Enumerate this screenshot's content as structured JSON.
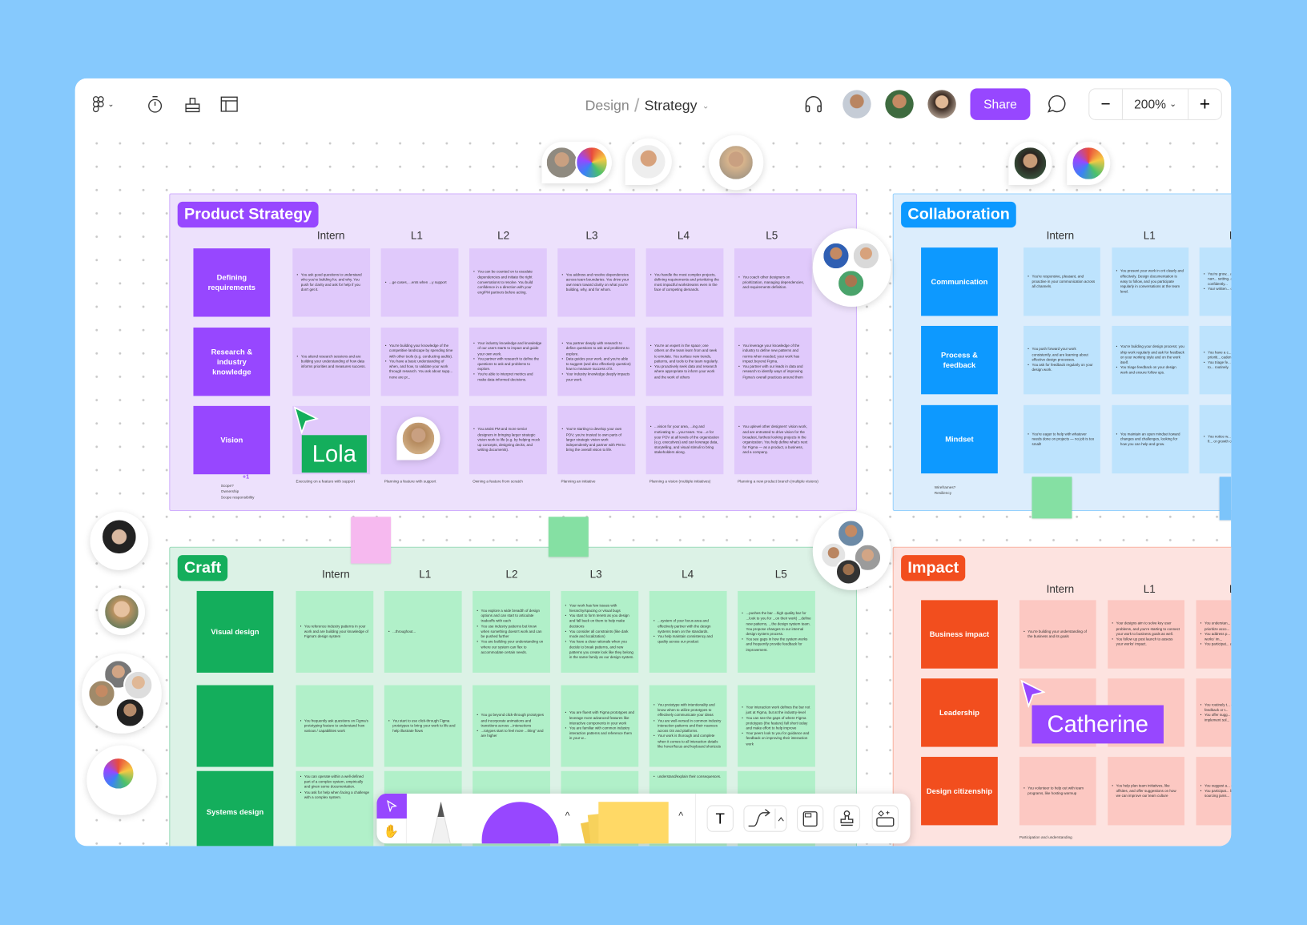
{
  "topbar": {
    "breadcrumb": {
      "parent": "Design",
      "separator": "/",
      "current": "Strategy"
    },
    "share_label": "Share",
    "zoom": {
      "minus": "−",
      "value": "200%",
      "plus": "+"
    },
    "icons": [
      "figma-logo-icon",
      "timer-icon",
      "stamp-icon",
      "layout-icon",
      "headphones-icon",
      "comment-icon"
    ],
    "brand_color": "#9747ff"
  },
  "frames": {
    "product_strategy": {
      "label": "Product Strategy",
      "accent": "#9747ff",
      "fill": "#ede1fc",
      "cell": "#e0c9fb",
      "headers": [
        "Intern",
        "L1",
        "L2",
        "L3",
        "L4",
        "L5"
      ],
      "rows": [
        "Defining requirements",
        "Research & industry knowledge",
        "Vision"
      ],
      "cells": [
        [
          [
            "You ask good questions to understand who you're building for, and why. You push for clarity and ask for help if you don't get it."
          ],
          [
            "...ge cases, ...ents when ...y support"
          ],
          [
            "You can be counted on to escalate dependencies and initiate the right conversations to resolve. You build confidence in a direction with your eng/PM partners before acting."
          ],
          [
            "You address and resolve dependencies across team boundaries. You drive your own team toward clarity on what you're building, why, and for whom."
          ],
          [
            "You handle the most complex projects, defining requirements and prioritizing the most impactful workstreams even in the face of competing demands."
          ],
          [
            "You coach other designers on prioritization, managing dependencies, and requirements definition."
          ]
        ],
        [
          [
            "You attend research sessions and are building your understanding of how data informs priorities and measures success."
          ],
          [
            "You're building your knowledge of the competitive landscape by spending time with other tools (e.g. conducting audits).",
            "You have a basic understanding of when, and how, to validate your work through research. You ask about supp... none are pr..."
          ],
          [
            "Your industry knowledge and knowledge of our users starts to impact and guide your own work.",
            "You partner with research to define the questions to ask and problems to explore.",
            "You're able to interpret metrics and make data-informed decisions."
          ],
          [
            "You partner deeply with research to define questions to ask and problems to explore.",
            "Data guides your work, and you're able to suggest (and also effectively question) how to measure success of it.",
            "Your industry knowledge deeply impacts your work."
          ],
          [
            "You're an expert in the space; one others on the team learn from and seek to emulate. You surface new trends, patterns, and tools to the team regularly.",
            "You proactively seek data and research where appropriate to inform your work and the work of others"
          ],
          [
            "You leverage your knowledge of the industry to define new patterns and norms when needed; your work has impact beyond Figma.",
            "You partner with our leads in data and research to identify ways of improving Figma's overall practices around them"
          ]
        ],
        [
          [],
          [],
          [
            "You assist PM and more senior designers in bringing larger strategic vision work to life (e.g. by helping mock up concepts, designing decks, and writing documents)."
          ],
          [
            "You're starting to develop your own POV; you're trusted to own parts of larger strategic vision work independently and partner with PM to bring the overall vision to life."
          ],
          [
            "...vision for your area, ...ing and motivating to ...your team. You ...e for your POV at all levels of the organization (e.g. executives) and can leverage data, storytelling, and visual stimuli to bring stakeholders along."
          ],
          [
            "You uplevel other designers' vision work, and are entrusted to drive vision for the broadest, farthest looking projects in the organization. You help define what's next for Figma — as a product, a business, and a company."
          ]
        ]
      ],
      "row_note": [
        "Scope?",
        "Ownership",
        "Scope responsibility"
      ],
      "row_note_badge": "+1",
      "footers": [
        "Executing on a feature with support",
        "Planning a feature with support",
        "Owning a feature from scratch",
        "Planning an initiative",
        "Planning a vision (multiple initiatives)",
        "Planning a new product branch (multiple visions)"
      ]
    },
    "collaboration": {
      "label": "Collaboration",
      "accent": "#0d99ff",
      "fill": "#dcedfc",
      "cell": "#bde3fd",
      "headers": [
        "Intern",
        "L1",
        "L2"
      ],
      "rows": [
        "Communication",
        "Process & feedback",
        "Mindset"
      ],
      "cells": [
        [
          [
            "You're responsive, pleasant, and proactive in your communication across all channels."
          ],
          [
            "You present your work in crit clearly and effectively. Design documentation is easy to follow, and you participate regularly in conversations at the team level."
          ],
          [
            "You're grow... abilities; you... a clear narr... setting, and... skills at lead... confidently...",
            "Your written... clear and co..."
          ]
        ],
        [
          [
            "You push forward your work consistently, and are learning about effective design processes.",
            "You ask for feedback regularly on your design work."
          ],
          [
            "You're building your design process; you ship work regularly and ask for feedback on your working style and on the work itself.",
            "You triage feedback on your design work and ensure follow ups."
          ],
          [
            "You have a c... easy for wor... your prioriti... cadence of y...",
            "You triage fe... respond as n... feedback to... routinely."
          ]
        ],
        [
          [
            "You're eager to help with whatever needs done on projects — no job is too small!"
          ],
          [
            "You maintain an open mindset toward changes and challenges, looking for how you can help and grow."
          ],
          [
            "You notice w... frustrated or... help them fi... or growth op..."
          ]
        ]
      ],
      "row_note": [
        "Wireframes?",
        "Resiliency"
      ]
    },
    "craft": {
      "label": "Craft",
      "accent": "#14ae5c",
      "fill": "#dcf2e6",
      "cell": "#b1f0c9",
      "headers": [
        "Intern",
        "L1",
        "L2",
        "L3",
        "L4",
        "L5"
      ],
      "rows": [
        "Visual design",
        "",
        "Systems design"
      ],
      "cells": [
        [
          [
            "You reference industry patterns in your work and are building your knowledge of Figma's design system"
          ],
          [
            "...throughout..."
          ],
          [
            "You explore a wide breadth of design options and can start to articulate tradeoffs with each",
            "You use industry patterns but know when something doesn't work and can be pushed further",
            "You are building your understanding on where our system can flex to accommodate certain needs."
          ],
          [
            "Your work has few issues with hierarchy/spacing or visual bugs",
            "You start to form tenets as you design and fall back on them to help make decisions",
            "You consider all constraints (like dark mode and localization)",
            "You have a clear rationale when you decide to break patterns, and new patterns you create look like they belong in the same family as our design system."
          ],
          [
            "...system of your focus area and effectively partner with the design systems team on the standards.",
            "You help maintain consistency and quality across our product"
          ],
          [
            "...pushes the bar ...high quality bar for ...look to you for ...on their work) ...define new patterns, ...the design system team. You propose changes to our internal design system process.",
            "You see gaps in how the system works and frequently provide feedback for improvement."
          ]
        ],
        [
          [
            "You frequently ask questions on Figma's prototyping feature to understand how various / capabilities work"
          ],
          [
            "You start to use click-through Figma prototypes to bring your work to life and help illustrate flows"
          ],
          [
            "You go beyond click-through prototypes and incorporate animations and transitions across ...interactions",
            "...totypes start to feel more ...thing\" and are higher"
          ],
          [
            "You are fluent with Figma prototypes and leverage more advanced features like interactive components in your work",
            "You are familiar with common industry interaction patterns and reference them in your w..."
          ],
          [
            "You prototype with intentionality and know when to utilize prototypes to effectively communicate your ideas",
            "You are well-versed in common industry interaction patterns and their nuances across OS and platforms.",
            "Your work is thorough and complete when it comes to all interaction details like hover/focus and keyboard shortcuts"
          ],
          [
            "Your interaction work defines the bar not just at Figma, but at the industry-level",
            "You can see the gaps of where Figma prototypes (the feature) fall short today and make effort to help improve",
            "Your peers look to you for guidance and feedback on improving their interaction work"
          ]
        ],
        [
          [
            "You can operate within a well-defined part of a complex system, empirically and given some documentation.",
            "You ask for help when facing a challenge with a complex system."
          ],
          [],
          [],
          [],
          [
            "understand/explain their consequences."
          ],
          []
        ]
      ]
    },
    "impact": {
      "label": "Impact",
      "accent": "#f24e1e",
      "fill": "#fde3e0",
      "cell": "#fcc8c2",
      "headers": [
        "Intern",
        "L1",
        "L2"
      ],
      "rows": [
        "Business impact",
        "Leadership",
        "Design citizenship"
      ],
      "cells": [
        [
          [
            "You're building your understanding of the business and its goals"
          ],
          [
            "Your designs aim to solve key user problems, and you're starting to connect your work to business goals as well.",
            "You follow up post launch to assess your works' impact."
          ],
          [
            "You understan... contributes to... prioritize acco...",
            "You address p... and make sug... your works' im...",
            "You participat... and planning c..."
          ]
        ],
        [
          [],
          [],
          [
            "You routinely t... on the team g... feedback or t...",
            "You offer sugg... can improve a... implement sol..."
          ]
        ],
        [
          [
            "You volunteer to help out with team programs, like hosting warmup"
          ],
          [
            "You help plan team initiatives, like offsites, and offer suggestions on how we can improve our team culture"
          ],
          [
            "You suggest a... culture improv...",
            "You participat... like interviews... sourcing jams..."
          ]
        ]
      ],
      "footer": "Participation and understanding"
    }
  },
  "cursors": [
    {
      "name": "Lola",
      "color": "#14ae5c"
    },
    {
      "name": "Catherine",
      "color": "#9747ff"
    }
  ],
  "toolbar": {
    "tools": [
      "move-tool",
      "hand-tool",
      "pencil-tool",
      "shape-tool",
      "sticky-note-tool",
      "text-tool",
      "connector-tool",
      "section-tool",
      "stamp-tool",
      "widgets-tool"
    ],
    "shape_color": "#9747ff",
    "sticky_color": "#ffd966"
  }
}
